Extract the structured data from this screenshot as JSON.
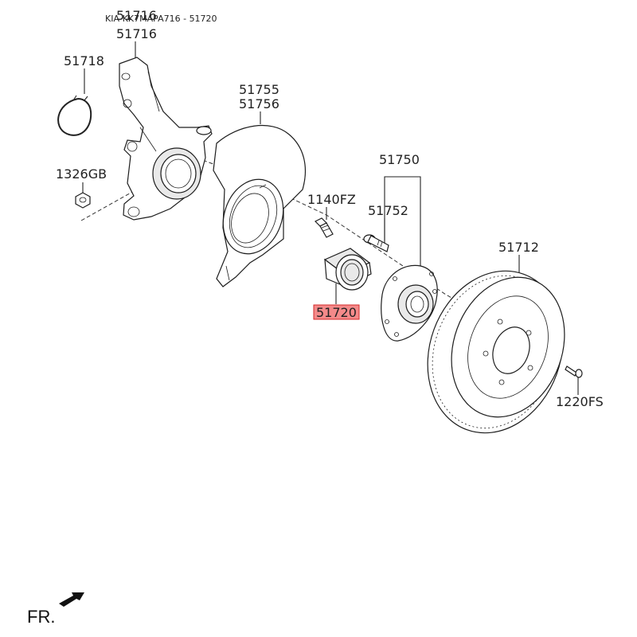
{
  "header": {
    "caption": "KIA-KK7MAPA716 - 51720"
  },
  "labels": {
    "knuckle_top": "51716",
    "knuckle_bottom": "51716",
    "snap_ring": "51718",
    "nut": "1326GB",
    "dust_cover_a": "51755",
    "dust_cover_b": "51756",
    "bolt_1140": "1140FZ",
    "hub_assy": "51750",
    "hub_bolt": "51752",
    "bearing": "51720",
    "disc": "51712",
    "screw_1220": "1220FS"
  },
  "footer": {
    "direction": "FR."
  },
  "colors": {
    "highlight_fill": "#f48a8a",
    "highlight_border": "#d32a2a",
    "line": "#222222"
  }
}
